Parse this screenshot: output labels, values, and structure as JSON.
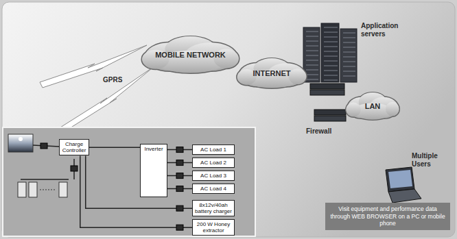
{
  "diagram": {
    "nodes": [
      {
        "text": [
          "MOBILE NETWORK"
        ]
      },
      {
        "text": [
          "INTERNET"
        ]
      },
      {
        "text": [
          "LAN"
        ]
      },
      {
        "text": [
          "Visit equipment and performance data through WEB BROWSER on a PC or mobile phone"
        ]
      },
      {
        "text": [
          "Charge Controller"
        ]
      },
      {
        "text": [
          "Inverter"
        ]
      },
      {
        "text": [
          "AC Load 1"
        ]
      },
      {
        "text": [
          "AC Load 2"
        ]
      },
      {
        "text": [
          "AC Load 3"
        ]
      },
      {
        "text": [
          "AC Load 4"
        ]
      },
      {
        "text": [
          "8x12v/40ah battery charger"
        ]
      },
      {
        "text": [
          "200 W Honey extractor"
        ]
      }
    ],
    "edges": [
      {
        "from": 4,
        "to": 5,
        "arrow": "none"
      },
      {
        "from": 5,
        "to": 6,
        "arrow": "none"
      },
      {
        "from": 5,
        "to": 7,
        "arrow": "none"
      },
      {
        "from": 5,
        "to": 8,
        "arrow": "none"
      },
      {
        "from": 5,
        "to": 9,
        "arrow": "none"
      },
      {
        "from": 4,
        "to": 10,
        "arrow": "none"
      },
      {
        "from": 4,
        "to": 11,
        "arrow": "none"
      }
    ],
    "labels": [
      "GPRS",
      "Application servers",
      "Firewall",
      "Multiple Users"
    ]
  }
}
